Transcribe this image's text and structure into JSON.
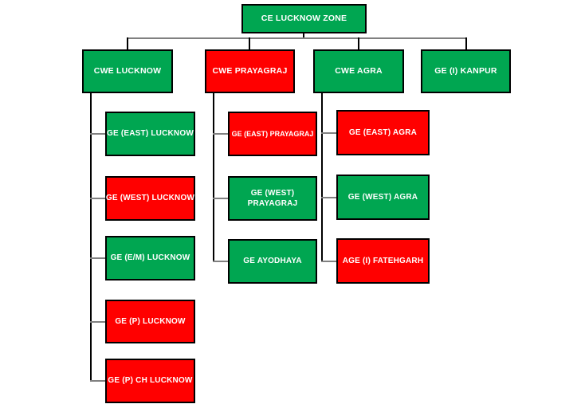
{
  "diagram": {
    "type": "org-chart",
    "colors": {
      "green": "#00A651",
      "red": "#FF0000",
      "node_border": "#000000",
      "node_text": "#FFFFFF",
      "connector_vertical": "#000000",
      "connector_horizontal": "#808080",
      "background": "#FFFFFF"
    },
    "root": {
      "label": "CE LUCKNOW ZONE",
      "color": "green"
    },
    "branches": [
      {
        "label": "CWE LUCKNOW",
        "color": "green",
        "children": [
          {
            "label": "GE (EAST) LUCKNOW",
            "color": "green"
          },
          {
            "label": "GE (WEST) LUCKNOW",
            "color": "red"
          },
          {
            "label": "GE (E/M) LUCKNOW",
            "color": "green"
          },
          {
            "label": "GE (P) LUCKNOW",
            "color": "red"
          },
          {
            "label": "GE (P) CH LUCKNOW",
            "color": "red"
          }
        ]
      },
      {
        "label": "CWE PRAYAGRAJ",
        "color": "red",
        "children": [
          {
            "label": "GE (EAST) PRAYAGRAJ",
            "color": "red"
          },
          {
            "label": "GE (WEST)\nPRAYAGRAJ",
            "color": "green"
          },
          {
            "label": "GE AYODHAYA",
            "color": "green"
          }
        ]
      },
      {
        "label": "CWE AGRA",
        "color": "green",
        "children": [
          {
            "label": "GE (EAST) AGRA",
            "color": "red"
          },
          {
            "label": "GE (WEST) AGRA",
            "color": "green"
          },
          {
            "label": "AGE (I) FATEHGARH",
            "color": "red"
          }
        ]
      },
      {
        "label": "GE (I) KANPUR",
        "color": "green",
        "children": []
      }
    ]
  }
}
